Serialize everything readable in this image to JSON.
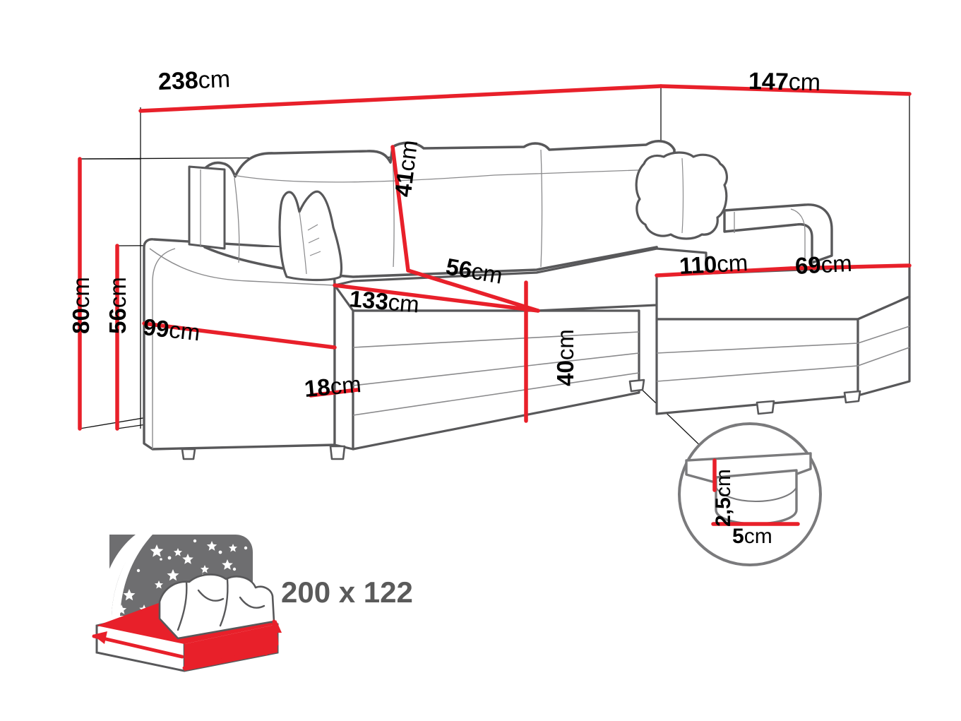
{
  "diagram": {
    "title": "Corner sofa bed dimension diagram",
    "units": "cm",
    "colors": {
      "dimension_line": "#e8202a",
      "outline_dark": "#58585a",
      "outline_light": "#8a8a8c",
      "extension_line": "#111111",
      "bed_text": "#5a5a5a",
      "night_panel": "#6e6e70",
      "background": "#ffffff"
    }
  },
  "dimensions": {
    "total_width": {
      "value": "238",
      "unit": "cm",
      "label": "238cm"
    },
    "total_depth": {
      "value": "147",
      "unit": "cm",
      "label": "147cm"
    },
    "total_height": {
      "value": "80",
      "unit": "cm",
      "label": "80cm"
    },
    "backrest_height": {
      "value": "56",
      "unit": "cm",
      "label": "56cm"
    },
    "backrest_cushion_height": {
      "value": "41",
      "unit": "cm",
      "label": "41cm"
    },
    "seat_depth": {
      "value": "56",
      "unit": "cm",
      "label": "56cm"
    },
    "seat_width": {
      "value": "133",
      "unit": "cm",
      "label": "133cm"
    },
    "armrest_length": {
      "value": "99",
      "unit": "cm",
      "label": "99cm"
    },
    "base_height": {
      "value": "18",
      "unit": "cm",
      "label": "18cm"
    },
    "seat_height": {
      "value": "40",
      "unit": "cm",
      "label": "40cm"
    },
    "chaise_length": {
      "value": "110",
      "unit": "cm",
      "label": "110cm"
    },
    "chaise_depth": {
      "value": "69",
      "unit": "cm",
      "label": "69cm"
    },
    "leg_height": {
      "value": "2,5",
      "unit": "cm",
      "label": "2,5cm"
    },
    "leg_width": {
      "value": "5",
      "unit": "cm",
      "label": "5cm"
    }
  },
  "bed_icon": {
    "sleeping_area_label": "200 x 122",
    "sleeping_area_width": "200",
    "sleeping_area_depth": "122",
    "icon_name": "bed-with-night-sky"
  }
}
